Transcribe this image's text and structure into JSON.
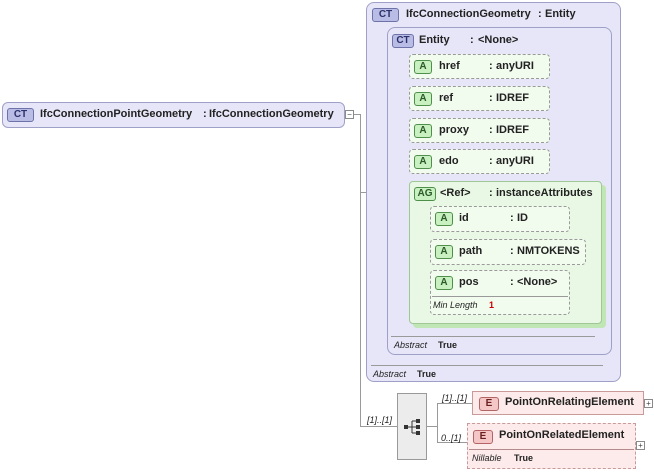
{
  "root": {
    "badge": "CT",
    "name": "IfcConnectionPointGeometry",
    "sep": ":",
    "type": "IfcConnectionGeometry"
  },
  "outer": {
    "badge": "CT",
    "name": "IfcConnectionGeometry",
    "sep": ":",
    "type": "Entity",
    "abstract_label": "Abstract",
    "abstract_value": "True"
  },
  "inner": {
    "badge": "CT",
    "name": "Entity",
    "sep": ":",
    "type": "<None>",
    "abstract_label": "Abstract",
    "abstract_value": "True"
  },
  "attributes": [
    {
      "badge": "A",
      "name": "href",
      "sep": ":",
      "type": "anyURI"
    },
    {
      "badge": "A",
      "name": "ref",
      "sep": ":",
      "type": "IDREF"
    },
    {
      "badge": "A",
      "name": "proxy",
      "sep": ":",
      "type": "IDREF"
    },
    {
      "badge": "A",
      "name": "edo",
      "sep": ":",
      "type": "anyURI"
    }
  ],
  "attr_group": {
    "badge": "AG",
    "name": "<Ref>",
    "sep": ":",
    "type": "instanceAttributes",
    "attributes": [
      {
        "badge": "A",
        "name": "id",
        "sep": ":",
        "type": "ID"
      },
      {
        "badge": "A",
        "name": "path",
        "sep": ":",
        "type": "NMTOKENS"
      },
      {
        "badge": "A",
        "name": "pos",
        "sep": ":",
        "type": "<None>",
        "facet_label": "Min Length",
        "facet_value": "1"
      }
    ]
  },
  "sequence": {
    "cardinality": "[1]..[1]",
    "elements": [
      {
        "badge": "E",
        "name": "PointOnRelatingElement",
        "cardinality": "[1]..[1]"
      },
      {
        "badge": "E",
        "name": "PointOnRelatedElement",
        "cardinality": "0..[1]",
        "nillable_label": "Nillable",
        "nillable_value": "True"
      }
    ]
  },
  "colors": {
    "complex_type": "#e6e6f8",
    "attribute": "#f1fbee",
    "attr_group": "#e9f8e4",
    "element": "#fdeaea",
    "connector": "#9a9a9a"
  }
}
